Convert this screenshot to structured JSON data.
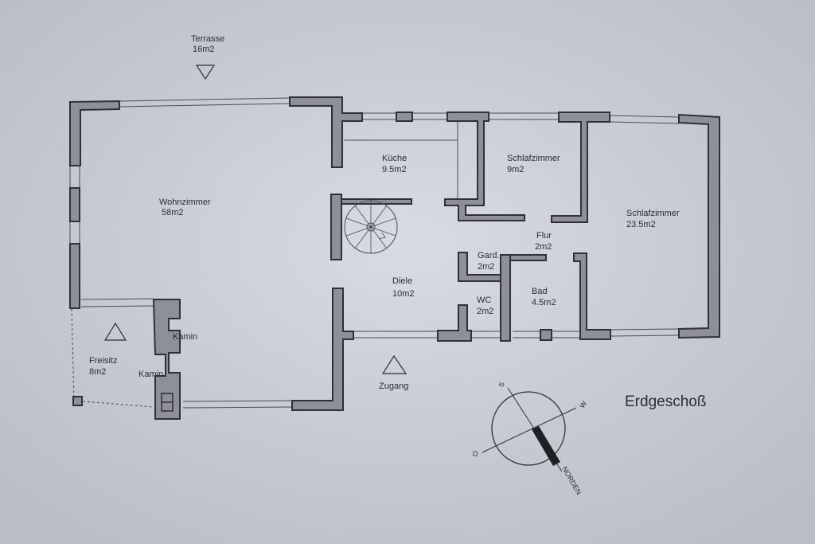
{
  "diagram": {
    "title": "Erdgeschoß",
    "rooms": [
      {
        "name": "Terrasse",
        "area": "16m2"
      },
      {
        "name": "Wohnzimmer",
        "area": "58m2"
      },
      {
        "name": "Küche",
        "area": "9.5m2"
      },
      {
        "name": "Schlafzimmer",
        "area": "9m2"
      },
      {
        "name": "Schlafzimmer",
        "area": "23.5m2"
      },
      {
        "name": "Flur",
        "area": "2m2"
      },
      {
        "name": "Gard.",
        "area": "2m2"
      },
      {
        "name": "Diele",
        "area": "10m2"
      },
      {
        "name": "WC",
        "area": "2m2"
      },
      {
        "name": "Bad",
        "area": "4.5m2"
      },
      {
        "name": "Freisitz",
        "area": "8m2"
      }
    ],
    "kamin_labels": [
      "Kamin",
      "Kamin"
    ],
    "entrance_label": "Zugang",
    "compass": {
      "s": "S",
      "w": "W",
      "o": "O",
      "n": "NORDEN"
    }
  }
}
